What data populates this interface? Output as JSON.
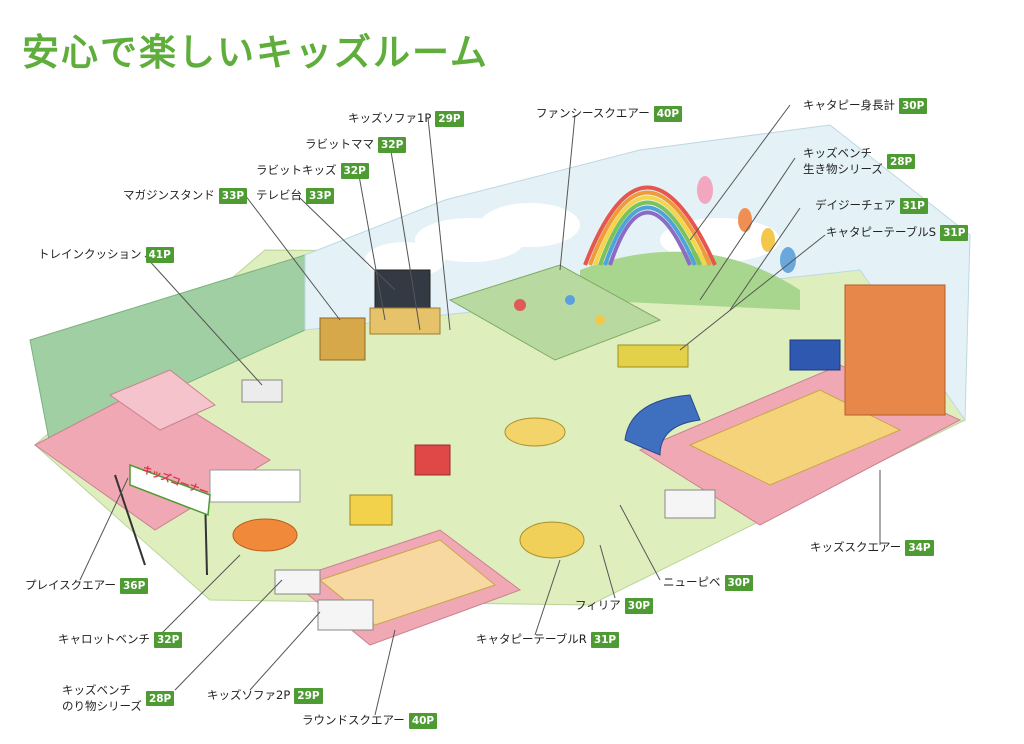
{
  "page": {
    "title": "安心で楽しいキッズルーム"
  },
  "colors": {
    "title": "#5fad3b",
    "badge": "#4f9b33",
    "floor": "#dfeebd",
    "wall_left": "#9fcfa2",
    "wall_back": "#dceef3",
    "pink_mat": "#f0a8b4",
    "orange_panel": "#e8874a"
  },
  "sign": {
    "text": "キッズコーナー"
  },
  "callouts": [
    {
      "name": "callout-kids-sofa-1p",
      "label": "キッズソファ1P",
      "page": "29P"
    },
    {
      "name": "callout-rabbit-mama",
      "label": "ラビットママ",
      "page": "32P"
    },
    {
      "name": "callout-rabbit-kids",
      "label": "ラビットキッズ",
      "page": "32P"
    },
    {
      "name": "callout-magazine-stand",
      "label": "マガジンスタンド",
      "page": "33P"
    },
    {
      "name": "callout-tv-stand",
      "label": "テレビ台",
      "page": "33P"
    },
    {
      "name": "callout-train-cushion",
      "label": "トレインクッション",
      "page": "41P"
    },
    {
      "name": "callout-fancy-square",
      "label": "ファンシースクエアー",
      "page": "40P"
    },
    {
      "name": "callout-caterpillar-height",
      "label": "キャタピー身長計",
      "page": "30P"
    },
    {
      "name": "callout-kids-bench-animals",
      "label": "キッズベンチ\n生き物シリーズ",
      "page": "28P"
    },
    {
      "name": "callout-daisy-chair",
      "label": "デイジーチェア",
      "page": "31P"
    },
    {
      "name": "callout-caterpillar-table-s",
      "label": "キャタピーテーブルS",
      "page": "31P"
    },
    {
      "name": "callout-kids-square",
      "label": "キッズスクエアー",
      "page": "34P"
    },
    {
      "name": "callout-new-bebe",
      "label": "ニューピベ",
      "page": "30P"
    },
    {
      "name": "callout-filia",
      "label": "フィリア",
      "page": "30P"
    },
    {
      "name": "callout-caterpillar-table-r",
      "label": "キャタピーテーブルR",
      "page": "31P"
    },
    {
      "name": "callout-play-square",
      "label": "プレイスクエアー",
      "page": "36P"
    },
    {
      "name": "callout-carrot-bench",
      "label": "キャロットベンチ",
      "page": "32P"
    },
    {
      "name": "callout-kids-bench-vehicles",
      "label": "キッズベンチ\nのり物シリーズ",
      "page": "28P"
    },
    {
      "name": "callout-kids-sofa-2p",
      "label": "キッズソファ2P",
      "page": "29P"
    },
    {
      "name": "callout-round-square",
      "label": "ラウンドスクエアー",
      "page": "40P"
    }
  ]
}
